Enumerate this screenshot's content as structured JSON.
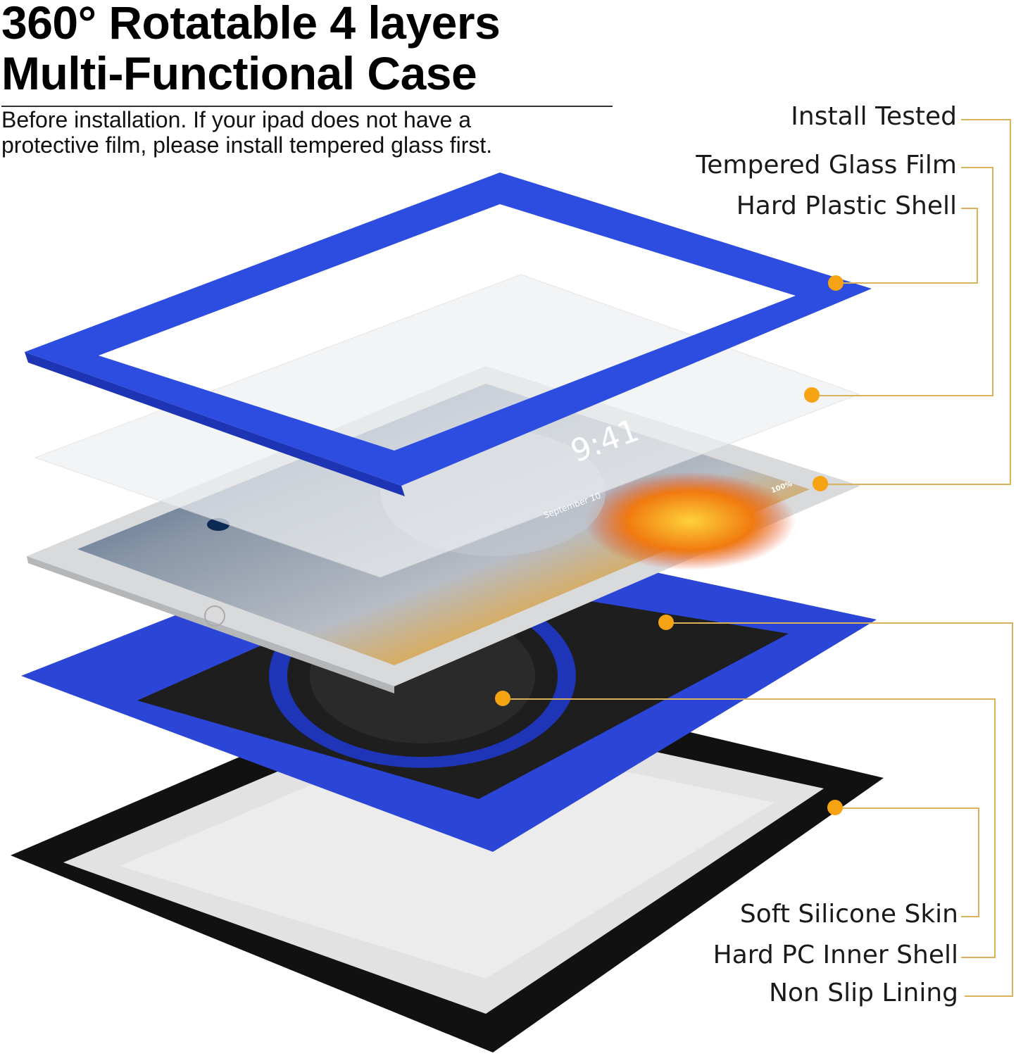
{
  "header": {
    "title_line1": "360° Rotatable 4 layers",
    "title_line2": "Multi-Functional Case",
    "subtitle_line1": "Before installation. If your ipad does not have a",
    "subtitle_line2": "protective film, please install tempered glass first."
  },
  "callouts_top": [
    {
      "label": "Install Tested"
    },
    {
      "label": "Tempered Glass Film"
    },
    {
      "label": "Hard Plastic Shell"
    }
  ],
  "callouts_bottom": [
    {
      "label": "Soft Silicone Skin"
    },
    {
      "label": "Hard PC Inner Shell"
    },
    {
      "label": "Non Slip Lining"
    }
  ],
  "screen": {
    "time": "9:41",
    "date": "September 10",
    "battery": "100%"
  },
  "colors": {
    "accent": "#f5a313",
    "leader_line": "#d9b25a",
    "case_blue": "#2b45d6",
    "case_black": "#111111"
  }
}
